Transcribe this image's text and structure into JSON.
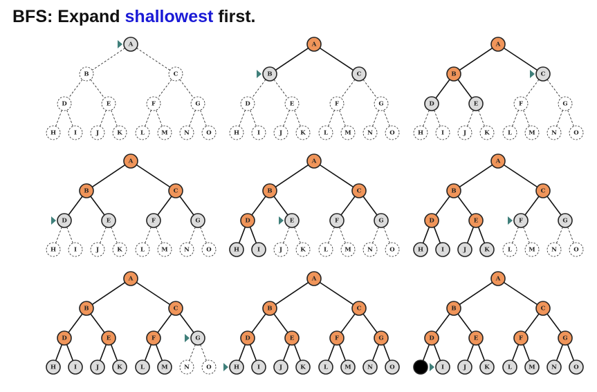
{
  "title": {
    "prefix": "BFS: Expand",
    "highlight": "shallowest",
    "suffix": "first."
  },
  "colors": {
    "title": "#111111",
    "highlight": "#1a1ad6",
    "expanded": "#f0955a",
    "frontier": "#dcdcdc",
    "unvisited": "#ffffff",
    "goal": "#000000",
    "pointer": "#3f7f7a",
    "edge": "#111111"
  },
  "tree": {
    "nodes": [
      "A",
      "B",
      "C",
      "D",
      "E",
      "F",
      "G",
      "H",
      "I",
      "J",
      "K",
      "L",
      "M",
      "N",
      "O"
    ],
    "edges": [
      [
        "A",
        "B"
      ],
      [
        "A",
        "C"
      ],
      [
        "B",
        "D"
      ],
      [
        "B",
        "E"
      ],
      [
        "C",
        "F"
      ],
      [
        "C",
        "G"
      ],
      [
        "D",
        "H"
      ],
      [
        "D",
        "I"
      ],
      [
        "E",
        "J"
      ],
      [
        "E",
        "K"
      ],
      [
        "F",
        "L"
      ],
      [
        "F",
        "M"
      ],
      [
        "G",
        "N"
      ],
      [
        "G",
        "O"
      ]
    ]
  },
  "panels": [
    {
      "expanded": [],
      "frontier": [
        "A"
      ],
      "goal": [],
      "current": "A"
    },
    {
      "expanded": [
        "A"
      ],
      "frontier": [
        "B",
        "C"
      ],
      "goal": [],
      "current": "B"
    },
    {
      "expanded": [
        "A",
        "B"
      ],
      "frontier": [
        "C",
        "D",
        "E"
      ],
      "goal": [],
      "current": "C"
    },
    {
      "expanded": [
        "A",
        "B",
        "C"
      ],
      "frontier": [
        "D",
        "E",
        "F",
        "G"
      ],
      "goal": [],
      "current": "D"
    },
    {
      "expanded": [
        "A",
        "B",
        "C",
        "D"
      ],
      "frontier": [
        "E",
        "F",
        "G",
        "H",
        "I"
      ],
      "goal": [],
      "current": "E"
    },
    {
      "expanded": [
        "A",
        "B",
        "C",
        "D",
        "E"
      ],
      "frontier": [
        "F",
        "G",
        "H",
        "I",
        "J",
        "K"
      ],
      "goal": [],
      "current": "F"
    },
    {
      "expanded": [
        "A",
        "B",
        "C",
        "D",
        "E",
        "F"
      ],
      "frontier": [
        "G",
        "H",
        "I",
        "J",
        "K",
        "L",
        "M"
      ],
      "goal": [],
      "current": "G"
    },
    {
      "expanded": [
        "A",
        "B",
        "C",
        "D",
        "E",
        "F",
        "G"
      ],
      "frontier": [
        "H",
        "I",
        "J",
        "K",
        "L",
        "M",
        "N",
        "O"
      ],
      "goal": [],
      "current": "H"
    },
    {
      "expanded": [
        "A",
        "B",
        "C",
        "D",
        "E",
        "F",
        "G"
      ],
      "frontier": [
        "I",
        "J",
        "K",
        "L",
        "M",
        "N",
        "O"
      ],
      "goal": [
        "H"
      ],
      "current": "I"
    }
  ]
}
